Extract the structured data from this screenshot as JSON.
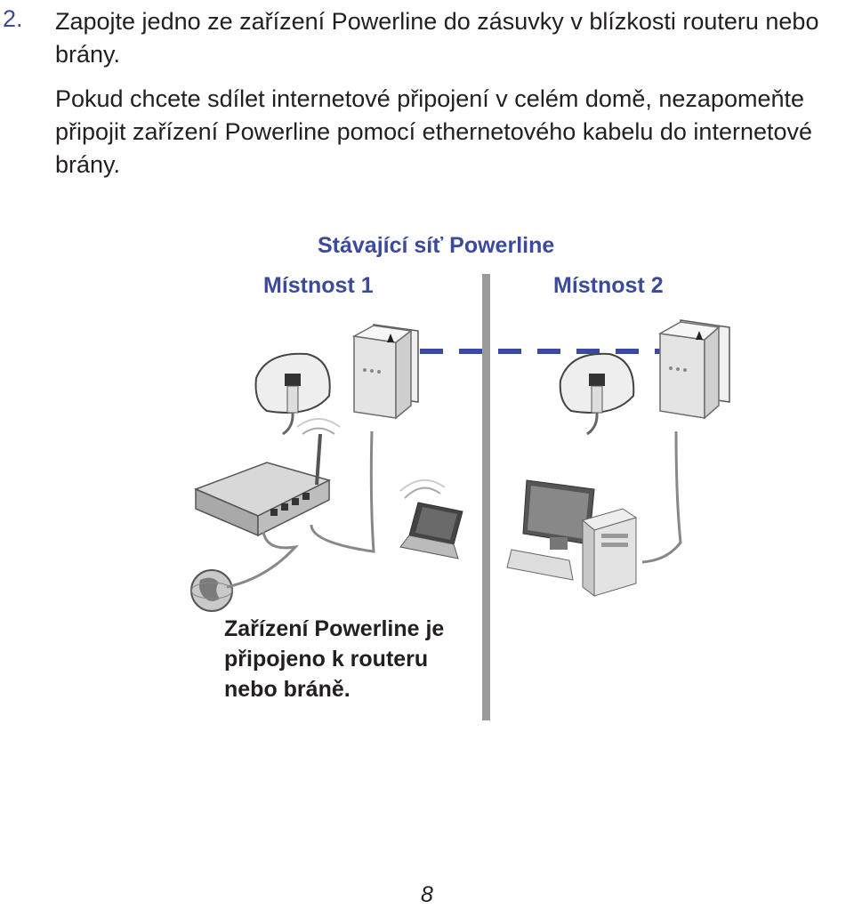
{
  "step": {
    "number": "2.",
    "text": "Zapojte jedno ze zařízení Powerline do zásuvky v blízkosti routeru nebo brány."
  },
  "note": "Pokud chcete sdílet internetové připojení v celém domě, nezapomeňte připojit zařízení Powerline pomocí ethernetového kabelu do internetové brány.",
  "diagram": {
    "title": "Stávající síť Powerline",
    "room1": "Místnost 1",
    "room2": "Místnost 2",
    "caption": "Zařízení Powerline je připojeno k routeru nebo bráně.",
    "colors": {
      "accent": "#3b4a9c",
      "divider": "#9a9a9a",
      "device": "#e6e6e6",
      "outline": "#6d6d6d"
    }
  },
  "page_number": "8"
}
